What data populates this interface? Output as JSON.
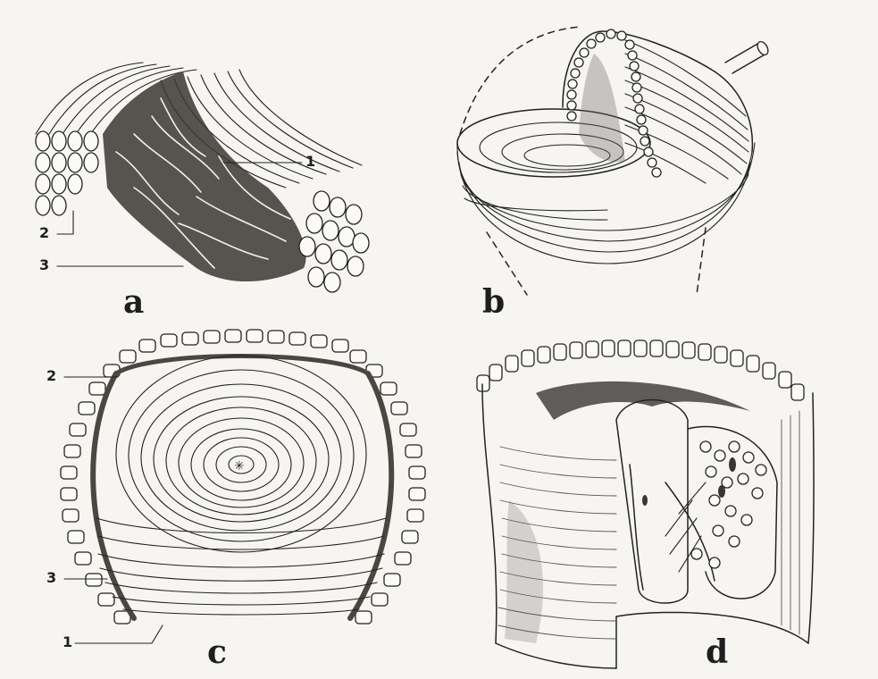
{
  "figure": {
    "panels": [
      {
        "id": "a",
        "label": "a",
        "callouts": [
          "1",
          "2",
          "3"
        ]
      },
      {
        "id": "b",
        "label": "b",
        "callouts": []
      },
      {
        "id": "c",
        "label": "c",
        "callouts": [
          "2",
          "3",
          "1"
        ]
      },
      {
        "id": "d",
        "label": "d",
        "callouts": []
      }
    ]
  }
}
